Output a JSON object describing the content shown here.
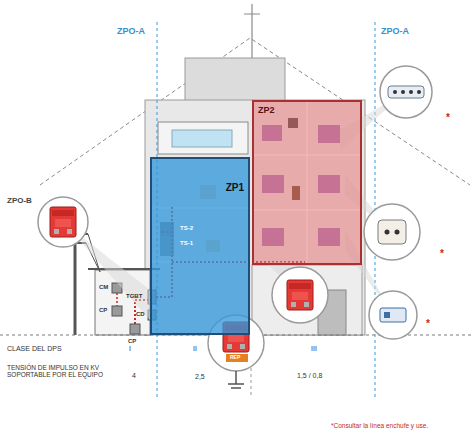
{
  "diagram": {
    "nodes": [
      {
        "text": [
          "ZP1"
        ]
      },
      {
        "text": [
          "ZP2"
        ]
      }
    ],
    "labels": [
      "ZPO-A",
      "ZPO-A",
      "ZPO-B",
      "TS-2",
      "TS-1",
      "CM",
      "CP",
      "TGBT",
      "CD",
      "CP",
      "REP",
      "*",
      "*",
      "*",
      "CLASE DEL DPS",
      "I",
      "II",
      "III",
      "TENSIÓN DE IMPULSO EN KV SOPORTABLE POR EL EQUIPO",
      "4",
      "2,5",
      "1,5 / 0,8",
      "*Consultar la línea enchufe y use."
    ]
  }
}
